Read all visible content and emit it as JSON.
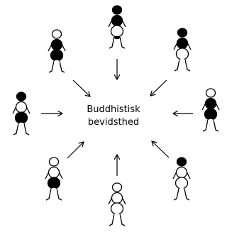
{
  "diagram": {
    "center": {
      "line1": "Buddhistisk",
      "line2": "bevidsthed"
    },
    "figures": [
      {
        "name": "top",
        "pattern": [
          "black",
          "black",
          "white",
          "black"
        ]
      },
      {
        "name": "top-right",
        "pattern": [
          "black",
          "black",
          "white",
          "white"
        ]
      },
      {
        "name": "right",
        "pattern": [
          "white",
          "black",
          "black",
          "white"
        ]
      },
      {
        "name": "bottom-right",
        "pattern": [
          "black",
          "white",
          "white",
          "white"
        ]
      },
      {
        "name": "bottom",
        "pattern": [
          "white",
          "white",
          "white",
          "white"
        ]
      },
      {
        "name": "bottom-left",
        "pattern": [
          "white",
          "white",
          "black",
          "white"
        ]
      },
      {
        "name": "left",
        "pattern": [
          "black",
          "white",
          "black",
          "white"
        ]
      },
      {
        "name": "top-left",
        "pattern": [
          "white",
          "black",
          "black",
          "white"
        ]
      }
    ],
    "colors": {
      "ink": "#000000",
      "paper": "#ffffff"
    }
  }
}
